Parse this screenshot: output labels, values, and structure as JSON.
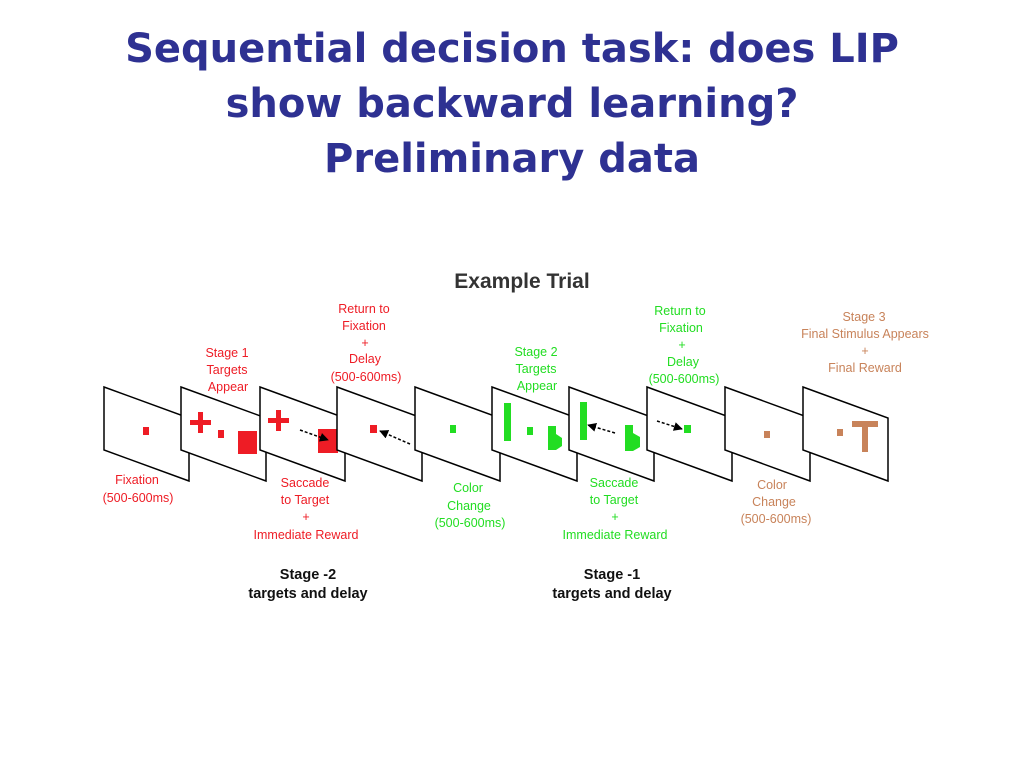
{
  "title": {
    "line1": "Sequential decision task: does LIP",
    "line2": "show backward learning?",
    "line3": "Preliminary data"
  },
  "figure": {
    "heading": "Example Trial",
    "colors": {
      "red": "#ee1c25",
      "green": "#22dd22",
      "brown": "#c8835a",
      "black": "#000000"
    },
    "labels": {
      "fixation": [
        "Fixation",
        "(500-600ms)"
      ],
      "stage1_targets": [
        "Stage 1",
        "Targets",
        "Appear"
      ],
      "saccade1": [
        "Saccade",
        "to Target",
        "+",
        "Immediate Reward"
      ],
      "return1": [
        "Return to",
        "Fixation",
        "+",
        "Delay",
        "(500-600ms)"
      ],
      "color_change1": [
        "Color",
        "Change",
        "(500-600ms)"
      ],
      "stage2_targets": [
        "Stage 2",
        "Targets",
        "Appear"
      ],
      "saccade2": [
        "Saccade",
        "to Target",
        "+",
        "Immediate Reward"
      ],
      "return2": [
        "Return to",
        "Fixation",
        "+",
        "Delay",
        "(500-600ms)"
      ],
      "color_change2": [
        "Color",
        "Change",
        "(500-600ms)"
      ],
      "stage3": [
        "Stage 3",
        "Final Stimulus Appears",
        "+",
        "Final Reward"
      ]
    },
    "stage_minus2": [
      "Stage -2",
      "targets and delay"
    ],
    "stage_minus1": [
      "Stage -1",
      "targets and delay"
    ]
  }
}
